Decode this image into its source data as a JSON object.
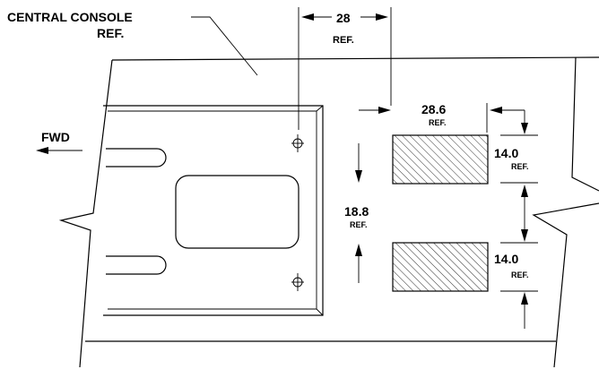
{
  "drawing": {
    "callout_console": [
      "CENTRAL CONSOLE",
      "REF."
    ],
    "fwd_label": "FWD",
    "dim_top": {
      "value": "28",
      "note": "REF."
    },
    "dim_width": {
      "value": "28.6",
      "note": "REF."
    },
    "dim_height_upper": {
      "value": "14.0",
      "note": "REF."
    },
    "dim_gap": {
      "value": "18.8",
      "note": "REF."
    },
    "dim_height_lower": {
      "value": "14.0",
      "note": "REF."
    }
  }
}
